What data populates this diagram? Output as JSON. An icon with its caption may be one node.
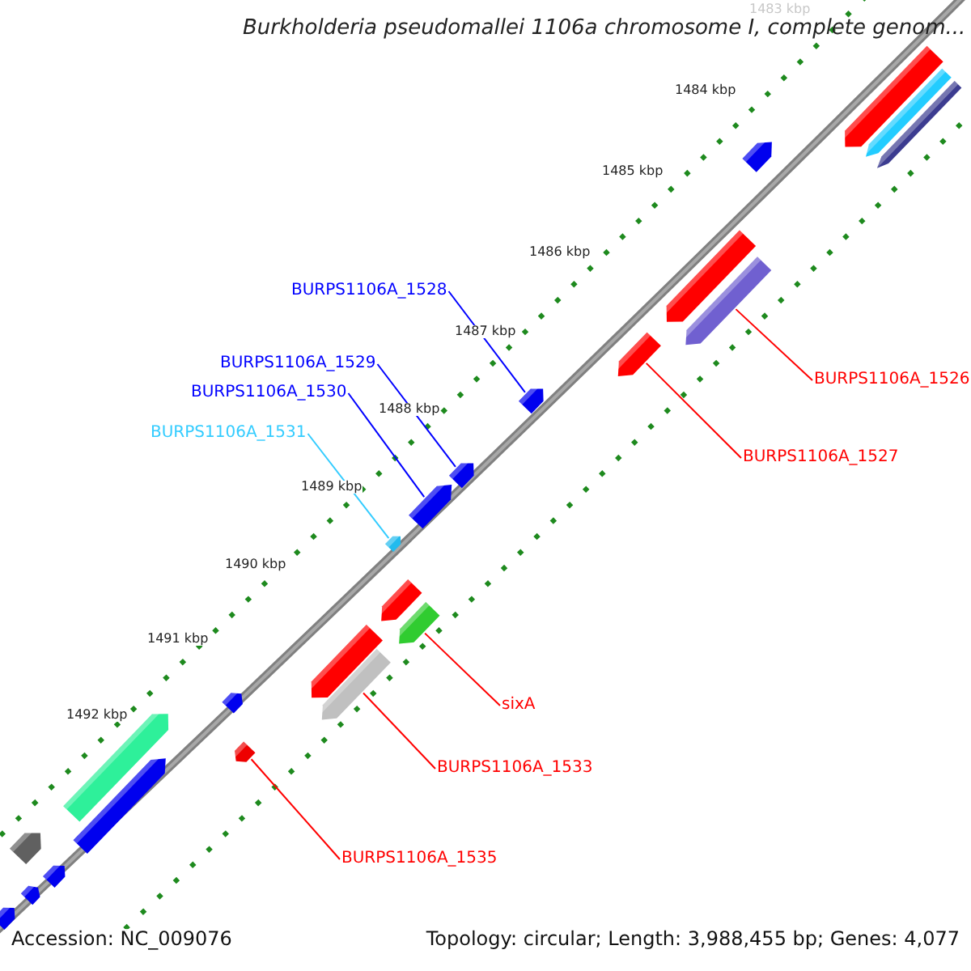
{
  "diagram": {
    "title": "Burkholderia pseudomallei 1106a chromosome I, complete genom...",
    "nodes": [
      {
        "text": [
          "BURPS1106A_1528"
        ]
      },
      {
        "text": [],
        "shape": "bar"
      },
      {
        "text": [
          "BURPS1106A_1529"
        ]
      },
      {
        "text": [],
        "shape": "bar"
      },
      {
        "text": [
          "BURPS1106A_1530"
        ]
      },
      {
        "text": [],
        "shape": "bar"
      },
      {
        "text": [
          "BURPS1106A_1531"
        ]
      },
      {
        "text": [],
        "shape": "bar"
      },
      {
        "text": [
          "BURPS1106A_1526"
        ]
      },
      {
        "text": [],
        "shape": "bar"
      },
      {
        "text": [
          "BURPS1106A_1527"
        ]
      },
      {
        "text": [],
        "shape": "bar"
      },
      {
        "text": [
          "sixA"
        ]
      },
      {
        "text": [],
        "shape": "bar"
      },
      {
        "text": [
          "BURPS1106A_1533"
        ]
      },
      {
        "text": [],
        "shape": "bar"
      },
      {
        "text": [
          "BURPS1106A_1535"
        ]
      },
      {
        "text": [],
        "shape": "bar"
      },
      {
        "text": [],
        "shape": "bar"
      },
      {
        "text": [],
        "shape": "bar"
      },
      {
        "text": [],
        "shape": "bar"
      },
      {
        "text": [],
        "shape": "bar"
      },
      {
        "text": [],
        "shape": "bar"
      },
      {
        "text": [],
        "shape": "bar"
      },
      {
        "text": [],
        "shape": "bar"
      },
      {
        "text": [],
        "shape": "bar"
      },
      {
        "text": [],
        "shape": "bar"
      },
      {
        "text": [],
        "shape": "bar"
      },
      {
        "text": [],
        "shape": "bar"
      },
      {
        "text": [],
        "shape": "bar"
      },
      {
        "text": [],
        "shape": "bar"
      },
      {
        "text": [],
        "shape": "bar"
      }
    ],
    "edges": [
      {
        "from": 0,
        "to": 1,
        "arrow": "none",
        "color": "#0000ff"
      },
      {
        "from": 2,
        "to": 3,
        "arrow": "none",
        "color": "#0000ff"
      },
      {
        "from": 4,
        "to": 5,
        "arrow": "none",
        "color": "#0000ff"
      },
      {
        "from": 6,
        "to": 7,
        "arrow": "none",
        "color": "#33ccff"
      },
      {
        "from": 8,
        "to": 9,
        "arrow": "none"
      },
      {
        "from": 10,
        "to": 11,
        "arrow": "none"
      },
      {
        "from": 12,
        "to": 13,
        "arrow": "none"
      },
      {
        "from": 14,
        "to": 15,
        "arrow": "none"
      },
      {
        "from": 16,
        "to": 17,
        "arrow": "none"
      }
    ],
    "labels": [
      "1483 kbp",
      "1484 kbp",
      "1485 kbp",
      "1486 kbp",
      "1487 kbp",
      "1488 kbp",
      "1489 kbp",
      "1490 kbp",
      "1491 kbp",
      "1492 kbp",
      "Accession: NC_009076",
      "Topology: circular; Length: 3,988,455 bp; Genes: 4,077"
    ]
  }
}
